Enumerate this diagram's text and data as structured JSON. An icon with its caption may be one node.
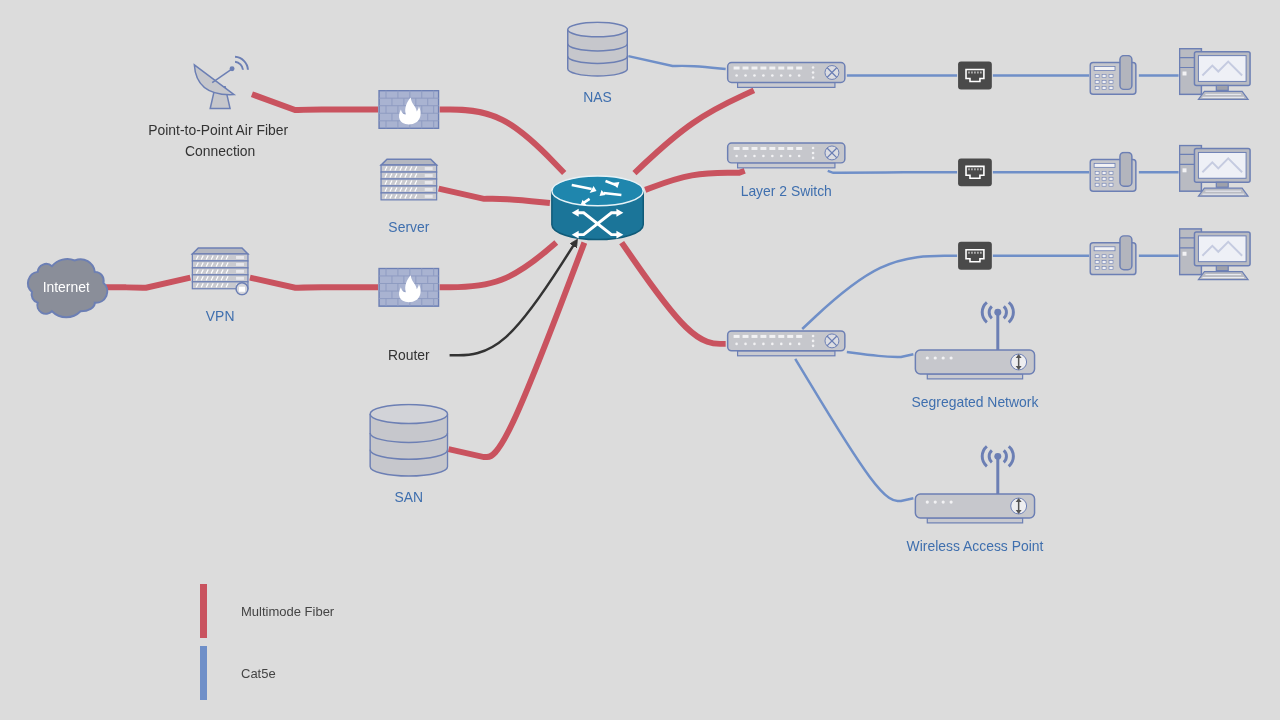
{
  "diagram": {
    "nodes": [
      {
        "text": [
          "Internet"
        ]
      },
      {
        "text": [
          "Point-to-Point Air Fiber Connection"
        ]
      },
      {
        "text": [
          "NAS"
        ]
      },
      {
        "text": [
          "VPN"
        ]
      },
      {
        "text": [],
        "shape": "picture"
      },
      {
        "text": [
          "Server"
        ]
      },
      {
        "text": [],
        "shape": "picture"
      },
      {
        "text": [],
        "shape": "picture"
      },
      {
        "text": [],
        "shape": "picture"
      },
      {
        "text": [],
        "shape": "picture"
      },
      {
        "text": [],
        "shape": "picture"
      },
      {
        "text": [],
        "shape": "picture"
      },
      {
        "text": [
          "Layer 2 Switch"
        ]
      },
      {
        "text": [],
        "shape": "picture"
      },
      {
        "text": [],
        "shape": "picture"
      },
      {
        "text": [],
        "shape": "picture"
      },
      {
        "text": [
          "Router"
        ]
      },
      {
        "text": [],
        "shape": "picture"
      },
      {
        "text": [],
        "shape": "picture"
      },
      {
        "text": [],
        "shape": "picture"
      },
      {
        "text": [],
        "shape": "picture"
      },
      {
        "text": [
          "SAN"
        ]
      },
      {
        "text": [
          "Segregated Network"
        ]
      },
      {
        "text": [
          "Wireless Access Point"
        ]
      }
    ],
    "edges": [
      {
        "from": 0,
        "to": 3,
        "arrow": "none",
        "style": "thick",
        "color": "#c9535f"
      },
      {
        "from": 3,
        "to": 10,
        "arrow": "none",
        "style": "thick",
        "color": "#c9535f"
      },
      {
        "from": 10,
        "to": 11,
        "arrow": "none",
        "style": "thick",
        "color": "#c9535f"
      },
      {
        "from": 1,
        "to": 4,
        "arrow": "none",
        "style": "thick",
        "color": "#c9535f"
      },
      {
        "from": 4,
        "to": 11,
        "arrow": "none",
        "style": "thick",
        "color": "#c9535f"
      },
      {
        "from": 5,
        "to": 11,
        "arrow": "none",
        "style": "thick",
        "color": "#c9535f"
      },
      {
        "from": 11,
        "to": 6,
        "arrow": "none",
        "style": "thick",
        "color": "#c9535f"
      },
      {
        "from": 11,
        "to": 12,
        "arrow": "none",
        "style": "thick",
        "color": "#c9535f"
      },
      {
        "from": 11,
        "to": 17,
        "arrow": "none",
        "style": "thick",
        "color": "#c9535f"
      },
      {
        "from": 21,
        "to": 11,
        "arrow": "none",
        "style": "thick",
        "color": "#c9535f"
      },
      {
        "from": 16,
        "to": 11,
        "arrow": "to",
        "color": "#333333"
      },
      {
        "from": 2,
        "to": 6,
        "arrow": "none"
      },
      {
        "from": 6,
        "to": 7,
        "arrow": "none"
      },
      {
        "from": 7,
        "to": 8,
        "arrow": "none"
      },
      {
        "from": 8,
        "to": 9,
        "arrow": "none"
      },
      {
        "from": 12,
        "to": 13,
        "arrow": "none"
      },
      {
        "from": 13,
        "to": 14,
        "arrow": "none"
      },
      {
        "from": 14,
        "to": 15,
        "arrow": "none"
      },
      {
        "from": 17,
        "to": 18,
        "arrow": "none"
      },
      {
        "from": 18,
        "to": 19,
        "arrow": "none"
      },
      {
        "from": 19,
        "to": 20,
        "arrow": "none"
      },
      {
        "from": 17,
        "to": 22,
        "arrow": "none"
      },
      {
        "from": 17,
        "to": 23,
        "arrow": "none"
      }
    ],
    "legend": [
      {
        "text": "Multimode Fiber",
        "color": "#c9535f"
      },
      {
        "text": "Cat5e",
        "color": "#6f8fc8"
      }
    ]
  }
}
